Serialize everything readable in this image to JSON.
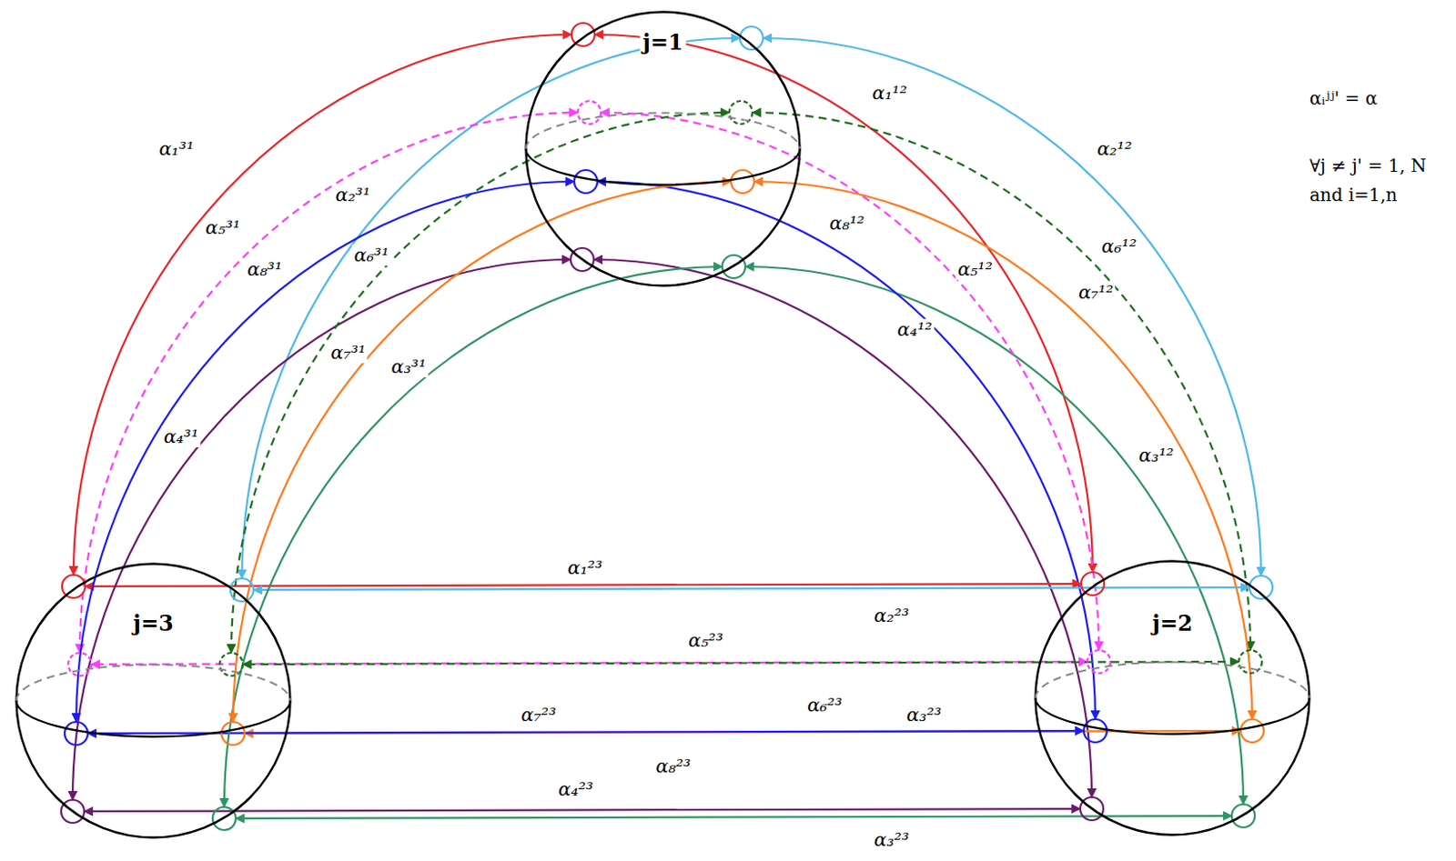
{
  "diagram": {
    "nodes": [
      {
        "text": [
          "j=1"
        ]
      },
      {
        "text": [
          "j=3"
        ]
      },
      {
        "text": [
          "j=2"
        ]
      }
    ],
    "edges": [
      {
        "from": 0,
        "to": 2,
        "arrow": "both",
        "label": "α₁¹²"
      },
      {
        "from": 0,
        "to": 2,
        "arrow": "both",
        "label": "α₂¹²"
      },
      {
        "from": 0,
        "to": 2,
        "arrow": "both",
        "label": "α₃¹²"
      },
      {
        "from": 0,
        "to": 2,
        "arrow": "both",
        "label": "α₄¹²"
      },
      {
        "from": 0,
        "to": 2,
        "arrow": "both",
        "label": "α₅¹²"
      },
      {
        "from": 0,
        "to": 2,
        "arrow": "both",
        "label": "α₆¹²"
      },
      {
        "from": 0,
        "to": 2,
        "arrow": "both",
        "label": "α₇¹²"
      },
      {
        "from": 0,
        "to": 2,
        "arrow": "both",
        "label": "α₈¹²"
      },
      {
        "from": 2,
        "to": 1,
        "arrow": "both",
        "label": "α₁²³"
      },
      {
        "from": 2,
        "to": 1,
        "arrow": "both",
        "label": "α₂²³"
      },
      {
        "from": 2,
        "to": 1,
        "arrow": "both",
        "label": "α₃²³"
      },
      {
        "from": 2,
        "to": 1,
        "arrow": "both",
        "label": "α₄²³"
      },
      {
        "from": 2,
        "to": 1,
        "arrow": "both",
        "label": "α₅²³"
      },
      {
        "from": 2,
        "to": 1,
        "arrow": "both",
        "label": "α₆²³"
      },
      {
        "from": 2,
        "to": 1,
        "arrow": "both",
        "label": "α₇²³"
      },
      {
        "from": 2,
        "to": 1,
        "arrow": "both",
        "label": "α₈²³"
      },
      {
        "from": 1,
        "to": 0,
        "arrow": "both",
        "label": "α₁³¹"
      },
      {
        "from": 1,
        "to": 0,
        "arrow": "both",
        "label": "α₂³¹"
      },
      {
        "from": 1,
        "to": 0,
        "arrow": "both",
        "label": "α₃³¹"
      },
      {
        "from": 1,
        "to": 0,
        "arrow": "both",
        "label": "α₄³¹"
      },
      {
        "from": 1,
        "to": 0,
        "arrow": "both",
        "label": "α₅³¹"
      },
      {
        "from": 1,
        "to": 0,
        "arrow": "both",
        "label": "α₆³¹"
      },
      {
        "from": 1,
        "to": 0,
        "arrow": "both",
        "label": "α₇³¹"
      },
      {
        "from": 1,
        "to": 0,
        "arrow": "both",
        "label": "α₈³¹"
      }
    ],
    "labels": [
      "α₃²³",
      "αᵢʲʲ' = α",
      "∀j ≠ j' = 1, N",
      "and i=1,n"
    ]
  }
}
